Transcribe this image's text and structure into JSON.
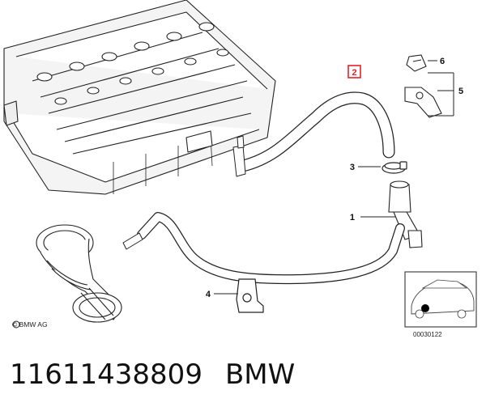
{
  "diagram": {
    "callouts": {
      "n1": "1",
      "n2": "2",
      "n3": "3",
      "n4": "4",
      "n5": "5",
      "n6": "6"
    },
    "copyright": "© BMW AG",
    "inset_code": "00030122",
    "highlight_color": "#e0242a"
  },
  "caption": {
    "part_number": "11611438809",
    "brand": "BMW"
  }
}
